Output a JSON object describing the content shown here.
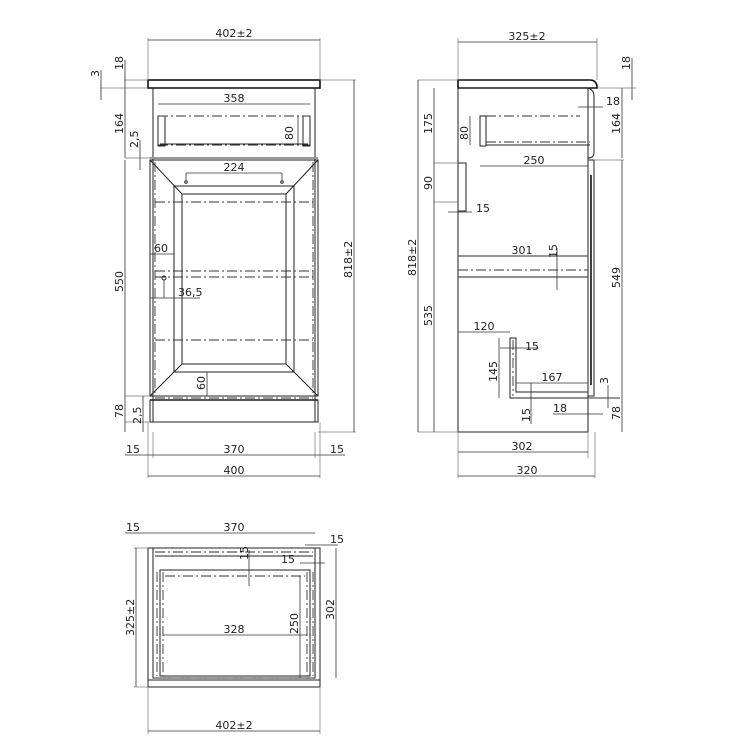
{
  "front_view": {
    "overall_width": "402±2",
    "top_thickness": "18",
    "top_offset": "3",
    "drawer_height": "164",
    "drawer_gap_top": "2,5",
    "handle_width_top": "358",
    "handle_height": "80",
    "handle_spacing": "224",
    "door_height": "550",
    "frame_width_side": "60",
    "hinge_offset": "36,5",
    "frame_width_bottom": "60",
    "plinth_height": "78",
    "drawer_gap_bottom": "2,5",
    "overall_height": "818±2",
    "side_left": "15",
    "inner_width": "370",
    "side_right": "15",
    "carcass_width": "400"
  },
  "side_view": {
    "overall_depth": "325±2",
    "top_thickness": "18",
    "door_thickness_top": "18",
    "drawer_front_height": "164",
    "drawer_zone_height": "175",
    "drawer_box_height": "80",
    "drawer_box_depth": "250",
    "rail_height": "90",
    "rail_thickness": "15",
    "overall_height": "818±2",
    "shelf_depth": "301",
    "shelf_thickness": "15",
    "door_height": "549",
    "carcass_height": "535",
    "bracket_offset": "120",
    "bracket_thickness": "15",
    "bracket_height": "145",
    "base_depth": "167",
    "base_thickness": "15",
    "door_thickness_bottom": "18",
    "gap": "3",
    "plinth_height": "78",
    "inner_depth": "302",
    "carcass_depth": "320"
  },
  "plan_view": {
    "side_left": "15",
    "inner_width": "370",
    "side_right": "15",
    "back_thickness": "15",
    "drawer_side": "15",
    "overall_depth": "325±2",
    "inner_depth": "302",
    "drawer_width": "328",
    "drawer_depth": "250",
    "overall_width": "402±2"
  }
}
